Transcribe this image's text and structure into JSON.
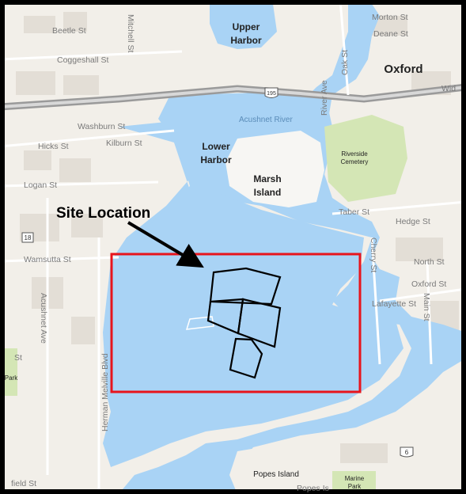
{
  "map": {
    "places": {
      "upper_harbor_1": "Upper",
      "upper_harbor_2": "Harbor",
      "lower_harbor_1": "Lower",
      "lower_harbor_2": "Harbor",
      "marsh_island_1": "Marsh",
      "marsh_island_2": "Island",
      "oxford": "Oxford",
      "popes_island": "Popes Island",
      "riverside_cemetery_1": "Riverside",
      "riverside_cemetery_2": "Cemetery",
      "marine_park_1": "Marine",
      "marine_park_2": "Park",
      "park_left": "Park"
    },
    "water": {
      "acushnet_river": "Acushnet River"
    },
    "roads": {
      "beetle_st": "Beetle St",
      "coggeshall_st": "Coggeshall St",
      "mitchell_st": "Mitchell St",
      "morton_st": "Morton St",
      "deane_st": "Deane St",
      "oak_st": "Oak St",
      "river_ave": "River Ave",
      "wid": "Wid",
      "washburn_st": "Washburn St",
      "hicks_st": "Hicks St",
      "kilburn_st": "Kilburn St",
      "logan_st": "Logan St",
      "taber_st": "Taber St",
      "hedge_st": "Hedge St",
      "wamsutta_st": "Wamsutta St",
      "cherry_st": "Cherry St",
      "north_st": "North St",
      "oxford_st": "Oxford St",
      "lafayette_st": "Lafayette St",
      "main_st": "Main St",
      "acushnet_ave": "Acushnet Ave",
      "herman_melville_blvd": "Herman Melville Blvd",
      "st_left": "St",
      "field_st": "field St",
      "popes_is": "Popes Is"
    },
    "shields": {
      "i195": "195",
      "rt18": "18",
      "rt6": "6"
    },
    "callout": {
      "site_location": "Site Location"
    },
    "colors": {
      "water": "#a9d3f5",
      "land": "#f2efe9",
      "study_box": "#e8141c",
      "site_outline": "#000000",
      "park": "#d4e6b5"
    }
  }
}
